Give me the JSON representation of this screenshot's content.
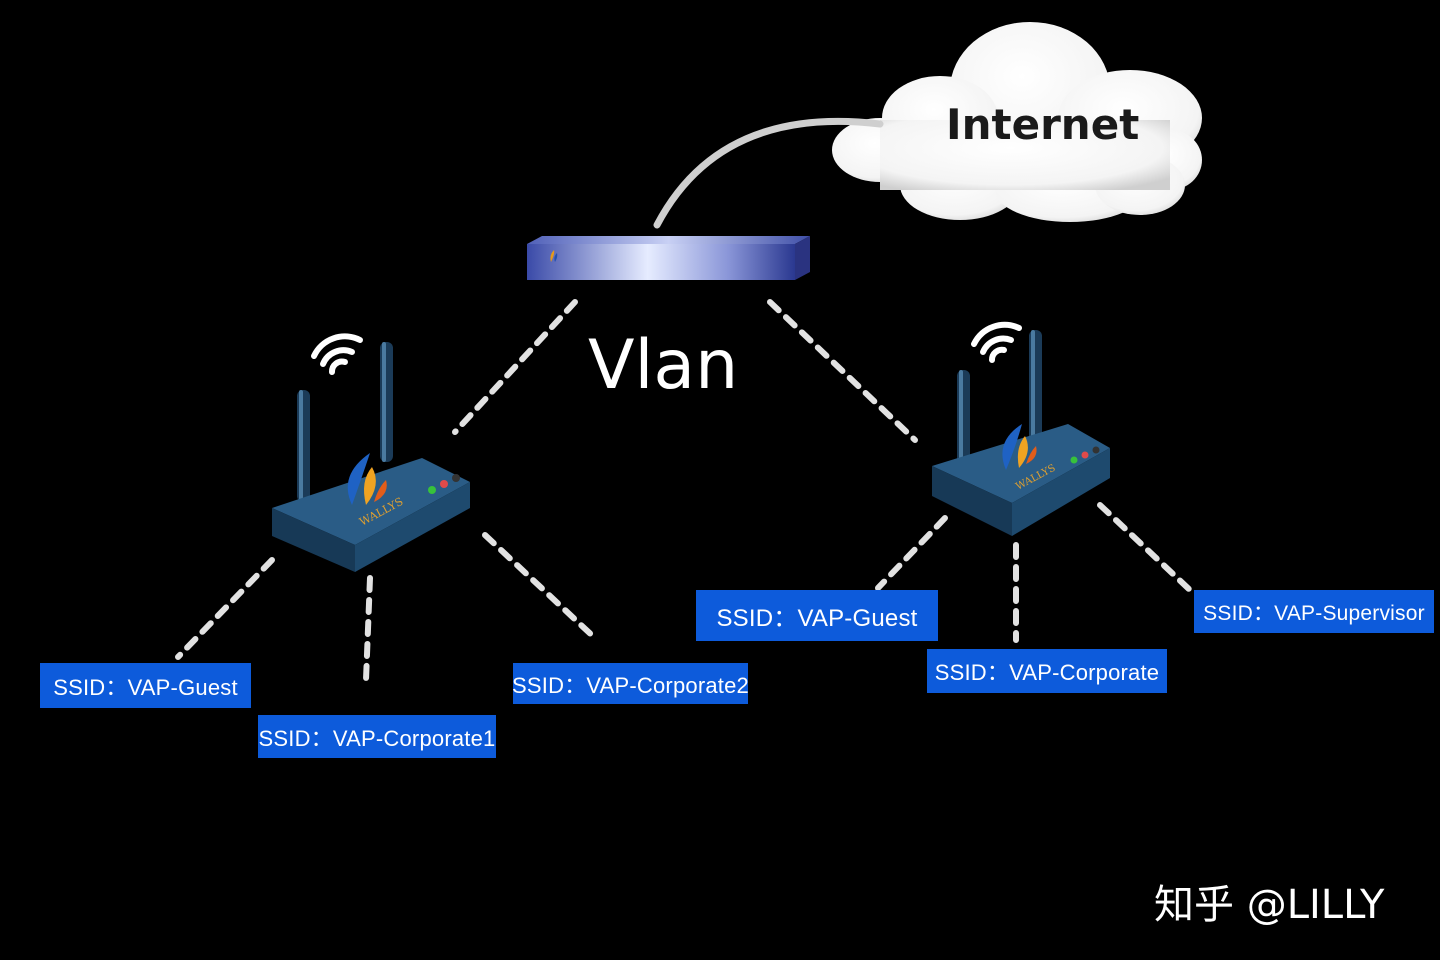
{
  "internet": {
    "label": "Internet"
  },
  "vlan": {
    "label": "Vlan"
  },
  "ap_left": {
    "brand": "WALLYS",
    "ssids": [
      "SSID：VAP-Guest",
      "SSID：VAP-Corporate1",
      "SSID：VAP-Corporate2"
    ]
  },
  "ap_right": {
    "brand": "WALLYS",
    "ssids": [
      "SSID：VAP-Guest",
      "SSID：VAP-Corporate",
      "SSID：VAP-Supervisor"
    ]
  },
  "watermark": "知乎 @LILLY",
  "colors": {
    "background": "#000000",
    "ssid_box": "#0d5bdb",
    "router_body": "#1e4a6e",
    "cloud": "#ffffff"
  }
}
